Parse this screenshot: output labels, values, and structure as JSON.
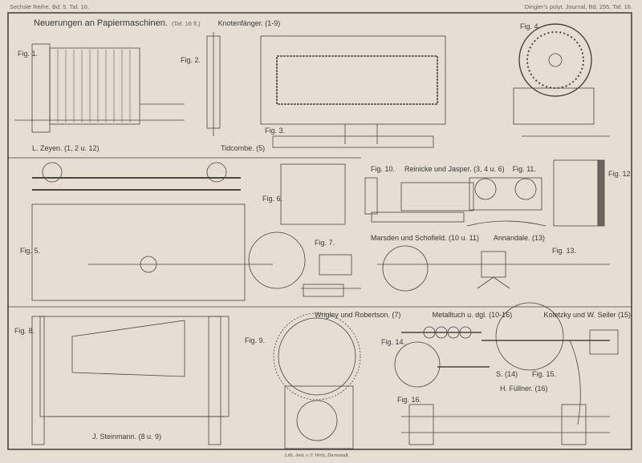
{
  "header": {
    "left": "Sechste Reihe, Bd. 5. Taf. 16.",
    "right": "Dingler's polyt. Journal, Bd. 255. Taf. 16."
  },
  "title": "Neuerungen an Papiermaschinen.",
  "title_ref": "(Taf. 16 ff.)",
  "sections": {
    "knotenfaenger": "Knotenfänger. (1-9)",
    "zeyen": "L. Zeyen. (1, 2 u. 12)",
    "tidcombe": "Tidcombe. (5)",
    "reinicke": "Reinicke und Jasper. (3, 4 u. 6)",
    "marsden": "Marsden und Schofield. (10 u. 11)",
    "annandale": "Annandale. (13)",
    "wrigley": "Wrigley und Robertson. (7)",
    "metalltuch": "Metalltuch u. dgl. (10-16)",
    "koletzky": "Koletzky und W. Seiler (15)",
    "s14": "S. (14)",
    "fuellner": "H. Füllner. (16)",
    "steinmann": "J. Steinmann. (8 u. 9)"
  },
  "figures": {
    "fig1": "Fig. 1.",
    "fig2": "Fig. 2.",
    "fig3": "Fig. 3.",
    "fig4": "Fig. 4.",
    "fig5": "Fig. 5.",
    "fig6": "Fig. 6.",
    "fig7": "Fig. 7.",
    "fig8": "Fig. 8.",
    "fig9": "Fig. 9.",
    "fig10": "Fig. 10.",
    "fig11": "Fig. 11.",
    "fig12": "Fig. 12.",
    "fig13": "Fig. 13.",
    "fig14": "Fig. 14.",
    "fig15": "Fig. 15.",
    "fig16": "Fig. 16."
  },
  "credit": "Lith. Anst. v. F. Wirtz, Darmstadt."
}
